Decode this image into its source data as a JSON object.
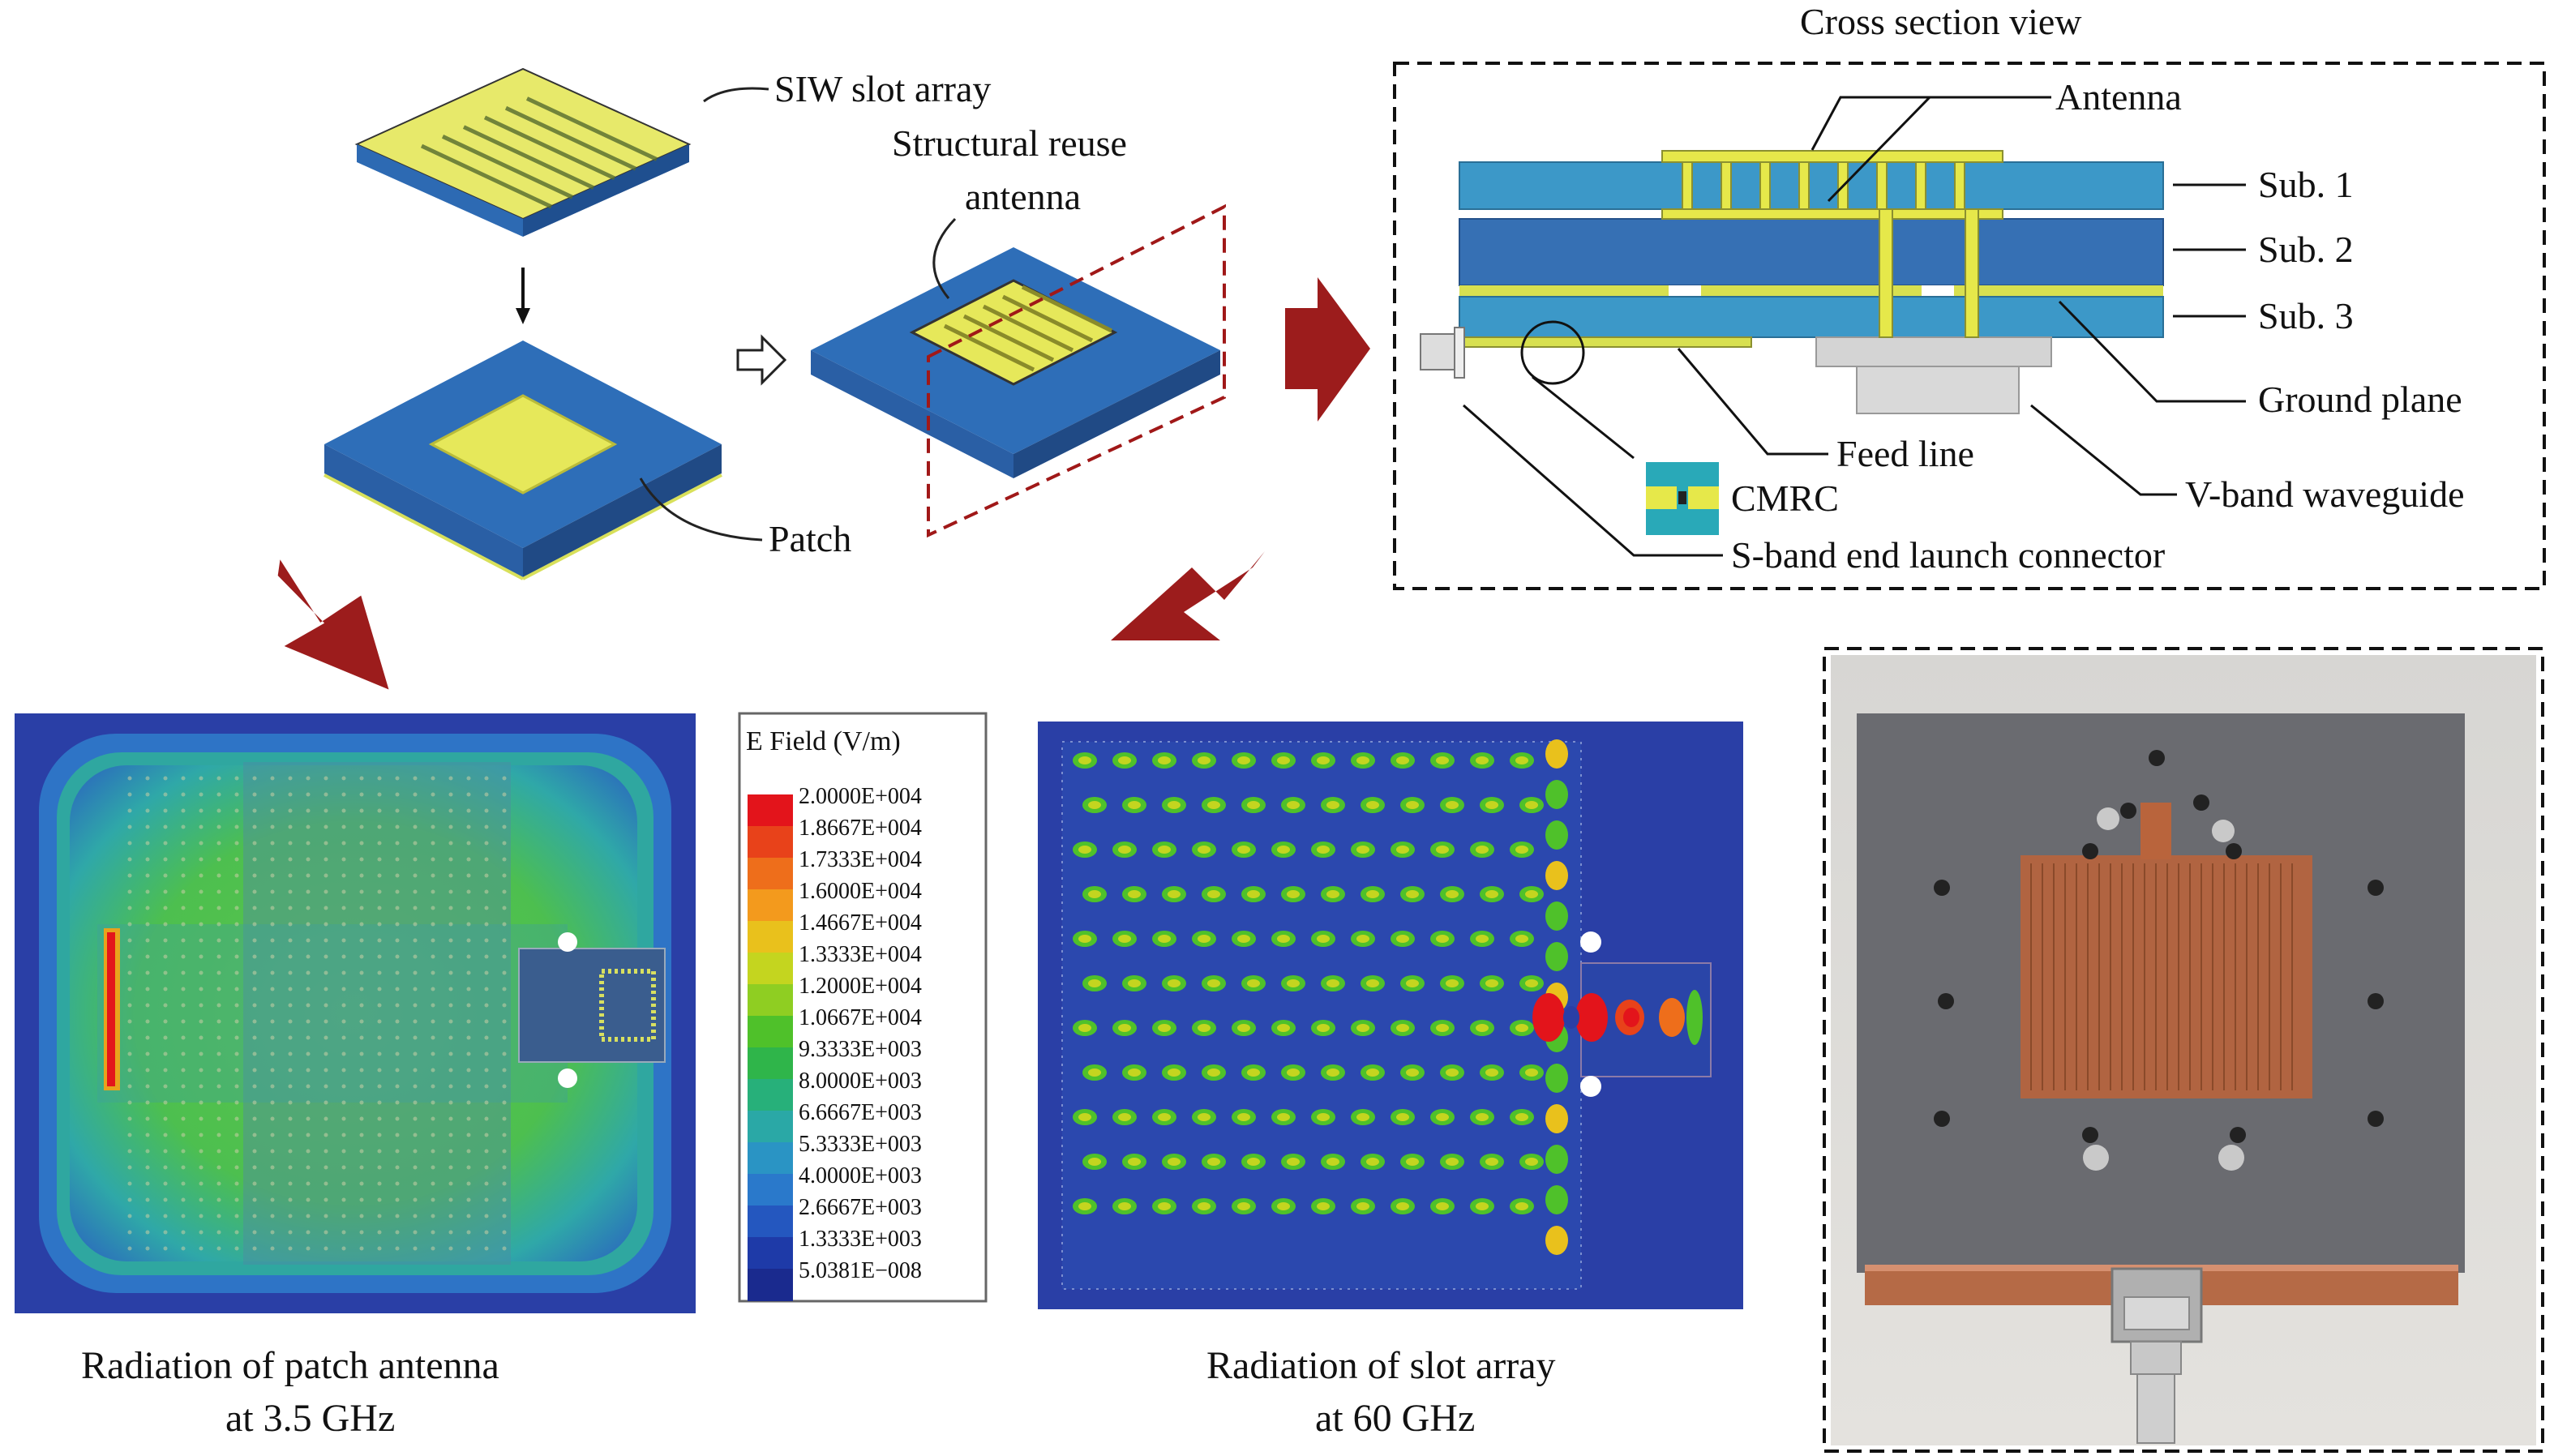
{
  "labels": {
    "siw": "SIW slot array",
    "structural_line1": "Structural reuse",
    "structural_line2": "antenna",
    "patch": "Patch",
    "cross_title": "Cross section view",
    "antenna": "Antenna",
    "sub1": "Sub. 1",
    "sub2": "Sub. 2",
    "sub3": "Sub. 3",
    "ground": "Ground plane",
    "feed": "Feed line",
    "vband": "V-band waveguide",
    "cmrc": "CMRC",
    "sband": "S-band end launch connector",
    "cap_patch_1": "Radiation of patch antenna",
    "cap_patch_2": "at 3.5 GHz",
    "cap_slot_1": "Radiation of slot array",
    "cap_slot_2": "at 60 GHz"
  },
  "legend": {
    "title": "E Field (V/m)",
    "values": [
      "2.0000E+004",
      "1.8667E+004",
      "1.7333E+004",
      "1.6000E+004",
      "1.4667E+004",
      "1.3333E+004",
      "1.2000E+004",
      "1.0667E+004",
      "9.3333E+003",
      "8.0000E+003",
      "6.6667E+003",
      "5.3333E+003",
      "4.0000E+003",
      "2.6667E+003",
      "1.3333E+003",
      "5.0381E−008"
    ],
    "colors": [
      "#e3141b",
      "#e8421a",
      "#ee6e1b",
      "#f39a1d",
      "#e9c11c",
      "#c4d51f",
      "#8fce22",
      "#4fc12a",
      "#2fb54a",
      "#27b07a",
      "#2aa8a6",
      "#2a94c4",
      "#2a79cb",
      "#2457bf",
      "#1e3aa8",
      "#1a2a8e"
    ]
  },
  "colors": {
    "board_blue": "#2e6eb8",
    "patch_yellow": "#e6e85a",
    "arrow_red": "#9c1c1c",
    "sub_blue": "#3b97c8",
    "field_bg": "#2a3fa6"
  }
}
